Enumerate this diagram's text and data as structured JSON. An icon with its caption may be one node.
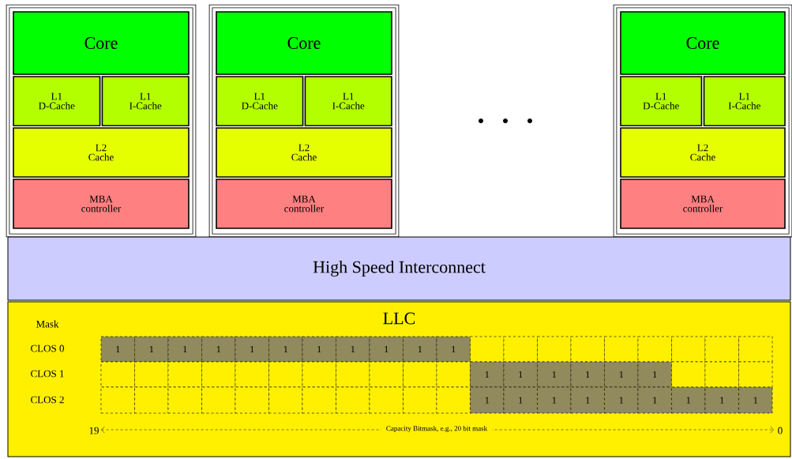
{
  "diagram": {
    "nodes": [
      {
        "text": [],
        "shape": "box"
      },
      {
        "text": [
          "Core"
        ],
        "in": 0
      },
      {
        "text": [
          "L1 D-Cache"
        ],
        "in": 0
      },
      {
        "text": [
          "L1 I-Cache"
        ],
        "in": 0
      },
      {
        "text": [
          "L2 Cache"
        ],
        "in": 0
      },
      {
        "text": [
          "MBA controller"
        ],
        "in": 0
      },
      {
        "text": [],
        "shape": "box"
      },
      {
        "text": [
          "Core"
        ],
        "in": 6
      },
      {
        "text": [
          "L1 D-Cache"
        ],
        "in": 6
      },
      {
        "text": [
          "L1 I-Cache"
        ],
        "in": 6
      },
      {
        "text": [
          "L2 Cache"
        ],
        "in": 6
      },
      {
        "text": [
          "MBA controller"
        ],
        "in": 6
      },
      {
        "text": [],
        "shape": "box"
      },
      {
        "text": [
          "Core"
        ],
        "in": 12
      },
      {
        "text": [
          "L1 D-Cache"
        ],
        "in": 12
      },
      {
        "text": [
          "L1 I-Cache"
        ],
        "in": 12
      },
      {
        "text": [
          "L2 Cache"
        ],
        "in": 12
      },
      {
        "text": [
          "MBA controller"
        ],
        "in": 12
      },
      {
        "text": [
          "High Speed Interconnect"
        ]
      },
      {
        "text": [
          "LLC"
        ]
      },
      {
        "text": [
          "1"
        ],
        "in": 19
      },
      {
        "text": [
          "1"
        ],
        "in": 19
      },
      {
        "text": [
          "1"
        ],
        "in": 19
      },
      {
        "text": [
          "1"
        ],
        "in": 19
      },
      {
        "text": [
          "1"
        ],
        "in": 19
      },
      {
        "text": [
          "1"
        ],
        "in": 19
      },
      {
        "text": [
          "1"
        ],
        "in": 19
      },
      {
        "text": [
          "1"
        ],
        "in": 19
      },
      {
        "text": [
          "1"
        ],
        "in": 19
      },
      {
        "text": [
          "1"
        ],
        "in": 19
      },
      {
        "text": [
          "1"
        ],
        "in": 19
      },
      {
        "text": [],
        "shape": "box",
        "in": 19
      },
      {
        "text": [],
        "shape": "box",
        "in": 19
      },
      {
        "text": [],
        "shape": "box",
        "in": 19
      },
      {
        "text": [],
        "shape": "box",
        "in": 19
      },
      {
        "text": [],
        "shape": "box",
        "in": 19
      },
      {
        "text": [],
        "shape": "box",
        "in": 19
      },
      {
        "text": [],
        "shape": "box",
        "in": 19
      },
      {
        "text": [],
        "shape": "box",
        "in": 19
      },
      {
        "text": [],
        "shape": "box",
        "in": 19
      },
      {
        "text": [],
        "shape": "box",
        "in": 19
      },
      {
        "text": [],
        "shape": "box",
        "in": 19
      },
      {
        "text": [],
        "shape": "box",
        "in": 19
      },
      {
        "text": [],
        "shape": "box",
        "in": 19
      },
      {
        "text": [],
        "shape": "box",
        "in": 19
      },
      {
        "text": [],
        "shape": "box",
        "in": 19
      },
      {
        "text": [],
        "shape": "box",
        "in": 19
      },
      {
        "text": [],
        "shape": "box",
        "in": 19
      },
      {
        "text": [],
        "shape": "box",
        "in": 19
      },
      {
        "text": [],
        "shape": "box",
        "in": 19
      },
      {
        "text": [],
        "shape": "box",
        "in": 19
      },
      {
        "text": [
          "1"
        ],
        "in": 19
      },
      {
        "text": [
          "1"
        ],
        "in": 19
      },
      {
        "text": [
          "1"
        ],
        "in": 19
      },
      {
        "text": [
          "1"
        ],
        "in": 19
      },
      {
        "text": [
          "1"
        ],
        "in": 19
      },
      {
        "text": [
          "1"
        ],
        "in": 19
      },
      {
        "text": [],
        "shape": "box",
        "in": 19
      },
      {
        "text": [],
        "shape": "box",
        "in": 19
      },
      {
        "text": [],
        "shape": "box",
        "in": 19
      },
      {
        "text": [],
        "shape": "box",
        "in": 19
      },
      {
        "text": [],
        "shape": "box",
        "in": 19
      },
      {
        "text": [],
        "shape": "box",
        "in": 19
      },
      {
        "text": [],
        "shape": "box",
        "in": 19
      },
      {
        "text": [],
        "shape": "box",
        "in": 19
      },
      {
        "text": [],
        "shape": "box",
        "in": 19
      },
      {
        "text": [],
        "shape": "box",
        "in": 19
      },
      {
        "text": [],
        "shape": "box",
        "in": 19
      },
      {
        "text": [],
        "shape": "box",
        "in": 19
      },
      {
        "text": [],
        "shape": "box",
        "in": 19
      },
      {
        "text": [],
        "shape": "box",
        "in": 19
      },
      {
        "text": [
          "1"
        ],
        "in": 19
      },
      {
        "text": [
          "1"
        ],
        "in": 19
      },
      {
        "text": [
          "1"
        ],
        "in": 19
      },
      {
        "text": [
          "1"
        ],
        "in": 19
      },
      {
        "text": [
          "1"
        ],
        "in": 19
      },
      {
        "text": [
          "1"
        ],
        "in": 19
      },
      {
        "text": [
          "1"
        ],
        "in": 19
      },
      {
        "text": [
          "1"
        ],
        "in": 19
      },
      {
        "text": [
          "1"
        ],
        "in": 19
      }
    ],
    "labels": [
      "Mask",
      "CLOS 0",
      "CLOS 1",
      "CLOS 2",
      "19",
      "Capacity Bitmask, e.g., 20 bit mask",
      "0"
    ]
  }
}
